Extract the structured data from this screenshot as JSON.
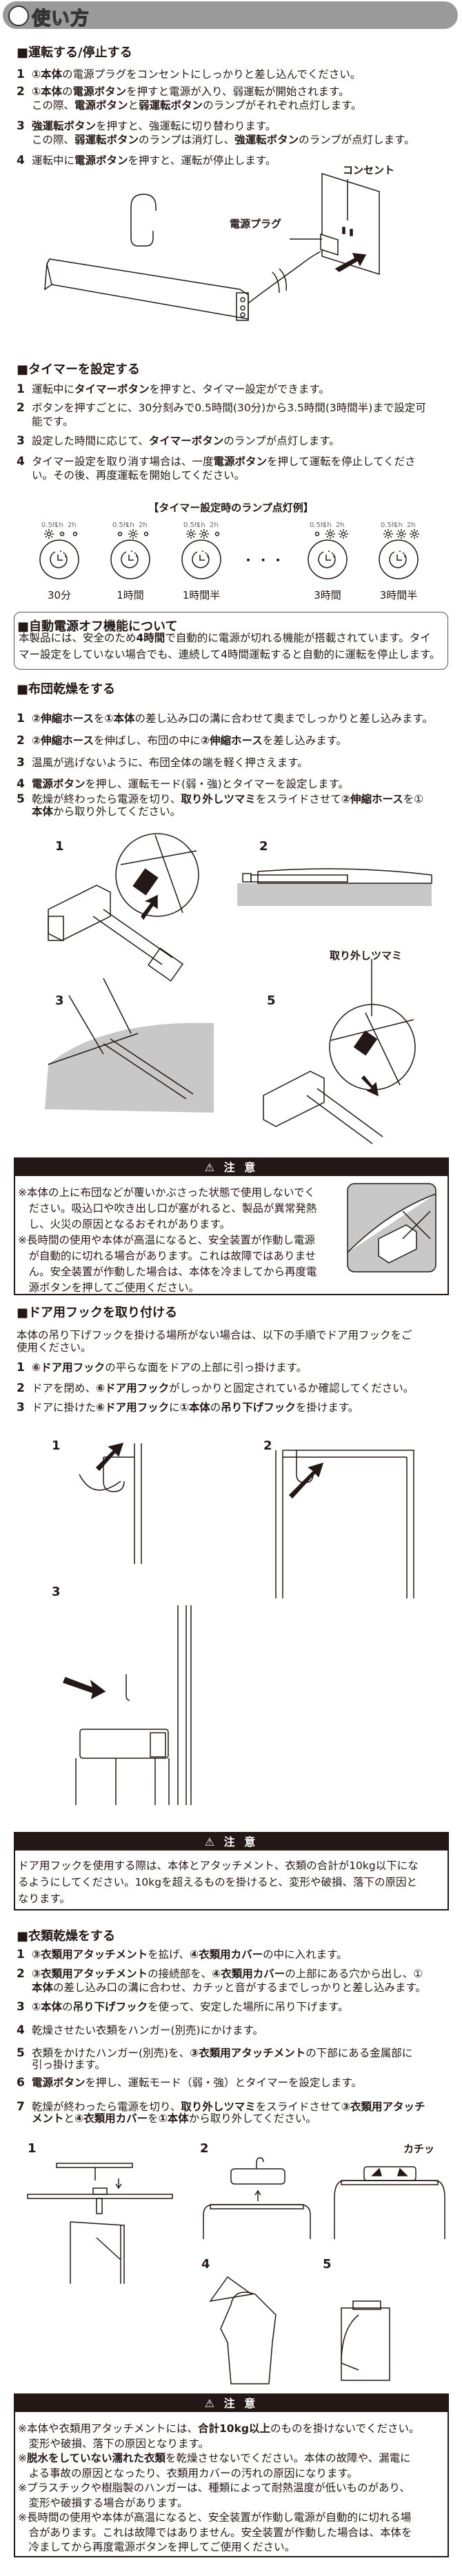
{
  "header": {
    "title": "使い方"
  },
  "run": {
    "title": "■運転する/停止する",
    "steps": [
      {
        "n": "1",
        "lines": [
          [
            {
              "t": "①本体",
              "b": true
            },
            {
              "t": "の電源プラグをコンセントにしっかりと差し込んでください。"
            }
          ]
        ]
      },
      {
        "n": "2",
        "lines": [
          [
            {
              "t": "①本体",
              "b": true
            },
            {
              "t": "の"
            },
            {
              "t": "電源ボタン",
              "b": true
            },
            {
              "t": "を押すと電源が入り、弱運転が開始されます。"
            }
          ],
          [
            {
              "t": "この際、"
            },
            {
              "t": "電源ボタン",
              "b": true
            },
            {
              "t": "と"
            },
            {
              "t": "弱運転ボタン",
              "b": true
            },
            {
              "t": "のランプがそれぞれ点灯します。"
            }
          ]
        ]
      },
      {
        "n": "3",
        "lines": [
          [
            {
              "t": "強運転ボタン",
              "b": true
            },
            {
              "t": "を押すと、強運転に切り替わります。"
            }
          ],
          [
            {
              "t": "この際、"
            },
            {
              "t": "弱運転ボタン",
              "b": true
            },
            {
              "t": "のランプは消灯し、"
            },
            {
              "t": "強運転ボタン",
              "b": true
            },
            {
              "t": "のランプが点灯します。"
            }
          ]
        ]
      },
      {
        "n": "4",
        "lines": [
          [
            {
              "t": "運転中に"
            },
            {
              "t": "電源ボタン",
              "b": true
            },
            {
              "t": "を押すと、運転が停止します。"
            }
          ]
        ]
      }
    ],
    "figure": {
      "outlet_label": "コンセント",
      "plug_label": "電源プラグ"
    }
  },
  "timer": {
    "title": "■タイマーを設定する",
    "steps": [
      {
        "n": "1",
        "lines": [
          [
            {
              "t": "運転中に"
            },
            {
              "t": "タイマーボタン",
              "b": true
            },
            {
              "t": "を押すと、タイマー設定ができます。"
            }
          ]
        ]
      },
      {
        "n": "2",
        "lines": [
          [
            {
              "t": "ボタンを押すごとに、30分刻みで0.5時間(30分)から3.5時間(3時間半)まで設定可"
            }
          ],
          [
            {
              "t": "能です。"
            }
          ]
        ]
      },
      {
        "n": "3",
        "lines": [
          [
            {
              "t": "設定した時間に応じて、"
            },
            {
              "t": "タイマーボタン",
              "b": true
            },
            {
              "t": "のランプが点灯します。"
            }
          ]
        ]
      },
      {
        "n": "4",
        "lines": [
          [
            {
              "t": "タイマー設定を取り消す場合は、一度"
            },
            {
              "t": "電源ボタン",
              "b": true
            },
            {
              "t": "を押して運転を停止してくださ"
            }
          ],
          [
            {
              "t": "い。その後、再度運転を開始してください。"
            }
          ]
        ]
      }
    ],
    "lamp_example_title": "【タイマー設定時のランプ点灯例】",
    "lamp_labels": [
      "0.5h",
      "1h",
      "2h"
    ],
    "examples": [
      {
        "caption": "30分",
        "lit": [
          true,
          false,
          false
        ]
      },
      {
        "caption": "1時間",
        "lit": [
          false,
          true,
          false
        ]
      },
      {
        "caption": "1時間半",
        "lit": [
          true,
          true,
          false
        ]
      },
      {
        "caption": "3時間",
        "lit": [
          false,
          true,
          true
        ]
      },
      {
        "caption": "3時間半",
        "lit": [
          true,
          true,
          true
        ]
      }
    ],
    "ellipsis": "・ ・ ・"
  },
  "auto_off": {
    "title": "■自動電源オフ機能について",
    "lines": [
      [
        {
          "t": "本製品には、安全のため"
        },
        {
          "t": "4時間",
          "b": true
        },
        {
          "t": "で自動的に電源が切れる機能が搭載されています。タイ"
        }
      ],
      [
        {
          "t": "マー設定をしていない場合でも、連続して4時間運転すると自動的に運転を停止します。"
        }
      ]
    ]
  },
  "futon": {
    "title": "■布団乾燥をする",
    "steps": [
      {
        "n": "1",
        "lines": [
          [
            {
              "t": "②伸縮ホース",
              "b": true
            },
            {
              "t": "を"
            },
            {
              "t": "①本体",
              "b": true
            },
            {
              "t": "の差し込み口の溝に合わせて奥までしっかりと差し込みます。"
            }
          ]
        ]
      },
      {
        "n": "2",
        "lines": [
          [
            {
              "t": "②伸縮ホース",
              "b": true
            },
            {
              "t": "を伸ばし、布団の中に"
            },
            {
              "t": "②伸縮ホース",
              "b": true
            },
            {
              "t": "を差し込みます。"
            }
          ]
        ]
      },
      {
        "n": "3",
        "lines": [
          [
            {
              "t": "温風が逃げないように、布団全体の端を軽く押さえます。"
            }
          ]
        ]
      },
      {
        "n": "4",
        "lines": [
          [
            {
              "t": "電源ボタン",
              "b": true
            },
            {
              "t": "を押し、運転モード(弱・強)とタイマーを設定します。"
            }
          ]
        ]
      },
      {
        "n": "5",
        "lines": [
          [
            {
              "t": "乾燥が終わったら電源を切り、"
            },
            {
              "t": "取り外しツマミ",
              "b": true
            },
            {
              "t": "をスライドさせて"
            },
            {
              "t": "②伸縮ホース",
              "b": true
            },
            {
              "t": "を①"
            }
          ],
          [
            {
              "t": "本体",
              "b": true
            },
            {
              "t": "から取り外してください。"
            }
          ]
        ]
      }
    ],
    "figures": {
      "nums": [
        "1",
        "2",
        "3",
        "5"
      ],
      "knob_label": "取り外しツマミ"
    },
    "caution": {
      "header": "⚠ 注 意",
      "lines": [
        "※本体の上に布団などが覆いかぶさった状態で使用しないでく",
        "　ださい。吸込口や吹き出し口が塞がれると、製品が異常発熱",
        "　し、火災の原因となるおそれがあります。",
        "※長時間の使用や本体が高温になると、安全装置が作動し電源",
        "　が自動的に切れる場合があります。これは故障ではありませ",
        "　ん。安全装置が作動した場合は、本体を冷ましてから再度電",
        "　源ボタンを押してご使用ください。"
      ]
    }
  },
  "door": {
    "title": "■ドア用フックを取り付ける",
    "intro": [
      "本体の吊り下げフックを掛ける場所がない場合は、以下の手順でドア用フックをご",
      "使用ください。"
    ],
    "steps": [
      {
        "n": "1",
        "lines": [
          [
            {
              "t": "⑥ドア用フック",
              "b": true
            },
            {
              "t": "の平らな面をドアの上部に引っ掛けます。"
            }
          ]
        ]
      },
      {
        "n": "2",
        "lines": [
          [
            {
              "t": "ドアを閉め、"
            },
            {
              "t": "⑥ドア用フック",
              "b": true
            },
            {
              "t": "がしっかりと固定されているか確認してください。"
            }
          ]
        ]
      },
      {
        "n": "3",
        "lines": [
          [
            {
              "t": "ドアに掛けた"
            },
            {
              "t": "⑥ドア用フック",
              "b": true
            },
            {
              "t": "に"
            },
            {
              "t": "①本体",
              "b": true
            },
            {
              "t": "の"
            },
            {
              "t": "吊り下げフック",
              "b": true
            },
            {
              "t": "を掛けます。"
            }
          ]
        ]
      }
    ],
    "figures": {
      "nums": [
        "1",
        "2",
        "3"
      ]
    },
    "caution": {
      "header": "⚠ 注 意",
      "lines": [
        "ドア用フックを使用する際は、本体とアタッチメント、衣類の合計が10kg以下にな",
        "るようにしてください。10kgを超えるものを掛けると、変形や破損、落下の原因と",
        "なります。"
      ]
    }
  },
  "clothes": {
    "title": "■衣類乾燥をする",
    "steps": [
      {
        "n": "1",
        "lines": [
          [
            {
              "t": "③衣類用アタッチメント",
              "b": true
            },
            {
              "t": "を拡げ、"
            },
            {
              "t": "④衣類用カバー",
              "b": true
            },
            {
              "t": "の中に入れます。"
            }
          ]
        ]
      },
      {
        "n": "2",
        "lines": [
          [
            {
              "t": "③衣類用アタッチメント",
              "b": true
            },
            {
              "t": "の接続部を、"
            },
            {
              "t": "④衣類用カバー",
              "b": true
            },
            {
              "t": "の上部にある穴から出し、①"
            }
          ],
          [
            {
              "t": "本体",
              "b": true
            },
            {
              "t": "の差し込み口の溝に合わせ、カチッと音がするまでしっかりと差し込みます。"
            }
          ]
        ]
      },
      {
        "n": "3",
        "lines": [
          [
            {
              "t": "①本体",
              "b": true
            },
            {
              "t": "の"
            },
            {
              "t": "吊り下げフック",
              "b": true
            },
            {
              "t": "を使って、安定した場所に吊り下げます。"
            }
          ]
        ]
      },
      {
        "n": "4",
        "lines": [
          [
            {
              "t": "乾燥させたい衣類をハンガー(別売)にかけます。"
            }
          ]
        ]
      },
      {
        "n": "5",
        "lines": [
          [
            {
              "t": "衣類をかけたハンガー(別売)を、"
            },
            {
              "t": "③衣類用アタッチメント",
              "b": true
            },
            {
              "t": "の下部にある金属部に"
            }
          ],
          [
            {
              "t": "引っ掛けます。"
            }
          ]
        ]
      },
      {
        "n": "6",
        "lines": [
          [
            {
              "t": "電源ボタン",
              "b": true
            },
            {
              "t": "を押し、運転モード（弱・強）とタイマーを設定します。"
            }
          ]
        ]
      },
      {
        "n": "7",
        "lines": [
          [
            {
              "t": "乾燥が終わったら電源を切り、"
            },
            {
              "t": "取り外しツマミ",
              "b": true
            },
            {
              "t": "をスライドさせて"
            },
            {
              "t": "③衣類用アタッチ",
              "b": true
            }
          ],
          [
            {
              "t": "メント",
              "b": true
            },
            {
              "t": "と"
            },
            {
              "t": "④衣類用カバー",
              "b": true
            },
            {
              "t": "を"
            },
            {
              "t": "①本体",
              "b": true
            },
            {
              "t": "から取り外してください。"
            }
          ]
        ]
      }
    ],
    "figures": {
      "nums": [
        "1",
        "2",
        "4",
        "5"
      ],
      "click_label": "カチッ"
    },
    "caution": {
      "header": "⚠ 注 意",
      "lines": [
        [
          {
            "t": "※本体や衣類用アタッチメントには、"
          },
          {
            "t": "合計10kg以上",
            "b": true
          },
          {
            "t": "のものを掛けないでください。"
          }
        ],
        [
          {
            "t": "　変形や破損、落下の原因となります。"
          }
        ],
        [
          {
            "t": "※"
          },
          {
            "t": "脱水をしていない濡れた衣類",
            "b": true
          },
          {
            "t": "を乾燥させないでください。本体の故障や、漏電に"
          }
        ],
        [
          {
            "t": "　よる事故の原因となったり、衣類用カバーの汚れの原因になります。"
          }
        ],
        [
          {
            "t": "※プラスチックや樹脂製のハンガーは、種類によって耐熱温度が低いものがあり、"
          }
        ],
        [
          {
            "t": "　変形や破損する場合があります。"
          }
        ],
        [
          {
            "t": "※長時間の使用や本体が高温になると、安全装置が作動し電源が自動的に切れる場"
          }
        ],
        [
          {
            "t": "　合があります。これは故障ではありません。安全装置が作動した場合は、本体を"
          }
        ],
        [
          {
            "t": "　冷ましてから再度電源ボタンを押してご使用ください。"
          }
        ]
      ]
    }
  },
  "colors": {
    "text": "#231815",
    "header_pill": "#9a9a9a",
    "caution_header": "#231815",
    "illustration_fill": "#c8c8c8"
  }
}
